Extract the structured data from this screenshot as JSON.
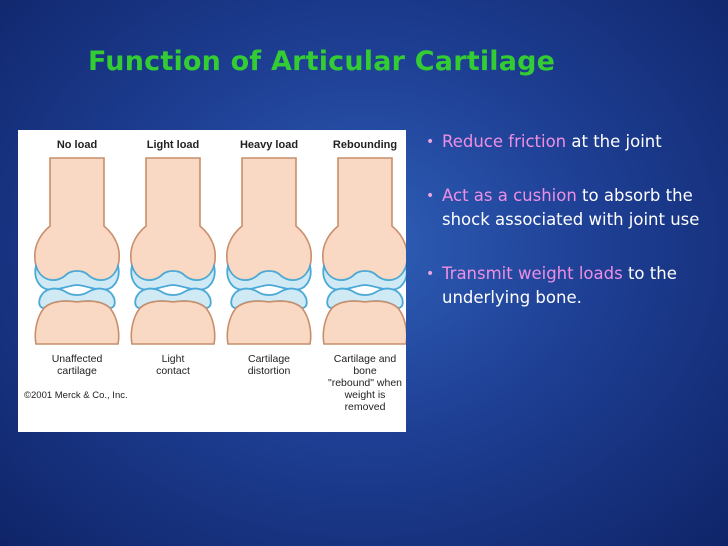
{
  "title": "Function of Articular Cartilage",
  "figure": {
    "panels": [
      {
        "top": "No load",
        "bottom": [
          "Unaffected",
          "cartilage"
        ]
      },
      {
        "top": "Light load",
        "bottom": [
          "Light",
          "contact"
        ]
      },
      {
        "top": "Heavy load",
        "bottom": [
          "Cartilage",
          "distortion"
        ]
      },
      {
        "top": "Rebounding",
        "bottom": [
          "Cartilage and",
          "bone",
          "\"rebound\" when",
          "weight is",
          "removed"
        ]
      }
    ],
    "copyright": "©2001 Merck & Co., Inc.",
    "colors": {
      "bone": "#f9d9c4",
      "bone_outline": "#c98e6a",
      "cartilage": "#cfe9f5",
      "cartilage_outline": "#4aa9d6"
    }
  },
  "bullets": [
    {
      "highlight": "Reduce friction",
      "rest": " at the joint"
    },
    {
      "highlight": "Act as a cushion",
      "rest": " to absorb the shock associated with joint use"
    },
    {
      "highlight": "Transmit weight loads",
      "rest": " to the underlying bone."
    }
  ],
  "colors": {
    "title": "#33cc33",
    "highlight": "#ef8fe3",
    "text": "#ffffff"
  }
}
